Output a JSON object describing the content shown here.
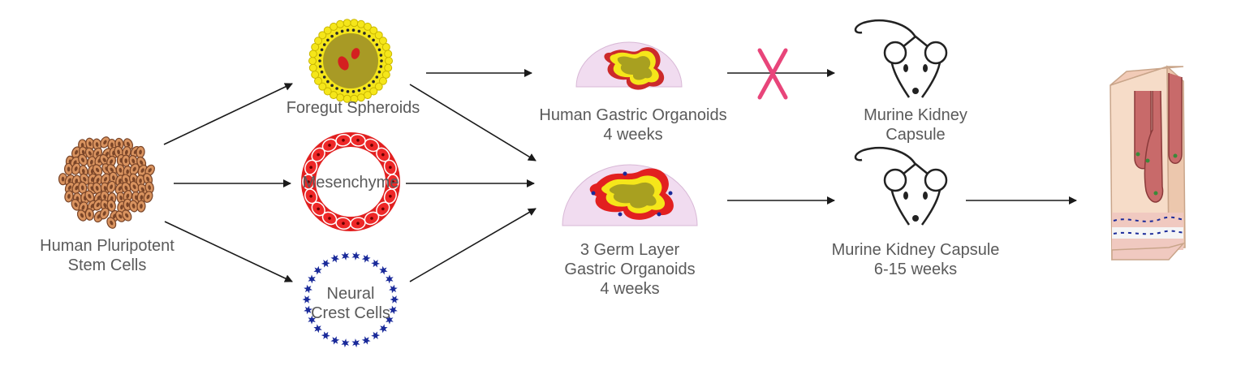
{
  "colors": {
    "text": "#5a5a5a",
    "arrow": "#1a1a1a",
    "stem_cell_fill": "#d9935f",
    "stem_cell_edge": "#7a4528",
    "spheroid_yellow": "#f5e61a",
    "spheroid_olive": "#a89a25",
    "mesenchyme_red": "#e22020",
    "neural_crest_blue": "#1a2a9a",
    "organoid_bubble": "#f1dcf0",
    "blocked_x": "#e8457a"
  },
  "icons": {
    "stem_cells": "cell-cluster-icon",
    "foregut": "spheroid-icon",
    "mesenchyme": "ring-icon",
    "neural_crest": "star-ring-icon",
    "organoid": "organoid-icon",
    "mouse": "mouse-icon",
    "blocked": "x-mark-icon",
    "tissue": "stomach-tissue-icon"
  },
  "labels": {
    "stem_cells": [
      "Human Pluripotent",
      "Stem Cells"
    ],
    "foregut": [
      "Foregut Spheroids"
    ],
    "mesenchyme": [
      "Mesenchyme"
    ],
    "neural_crest": [
      "Neural",
      "Crest Cells"
    ],
    "hgo": [
      "Human Gastric Organoids",
      "4 weeks"
    ],
    "germ3": [
      "3 Germ Layer",
      "Gastric Organoids",
      "4 weeks"
    ],
    "kidney_top": [
      "Murine Kidney",
      "Capsule"
    ],
    "kidney_bottom": [
      "Murine Kidney Capsule",
      "6-15 weeks"
    ]
  }
}
